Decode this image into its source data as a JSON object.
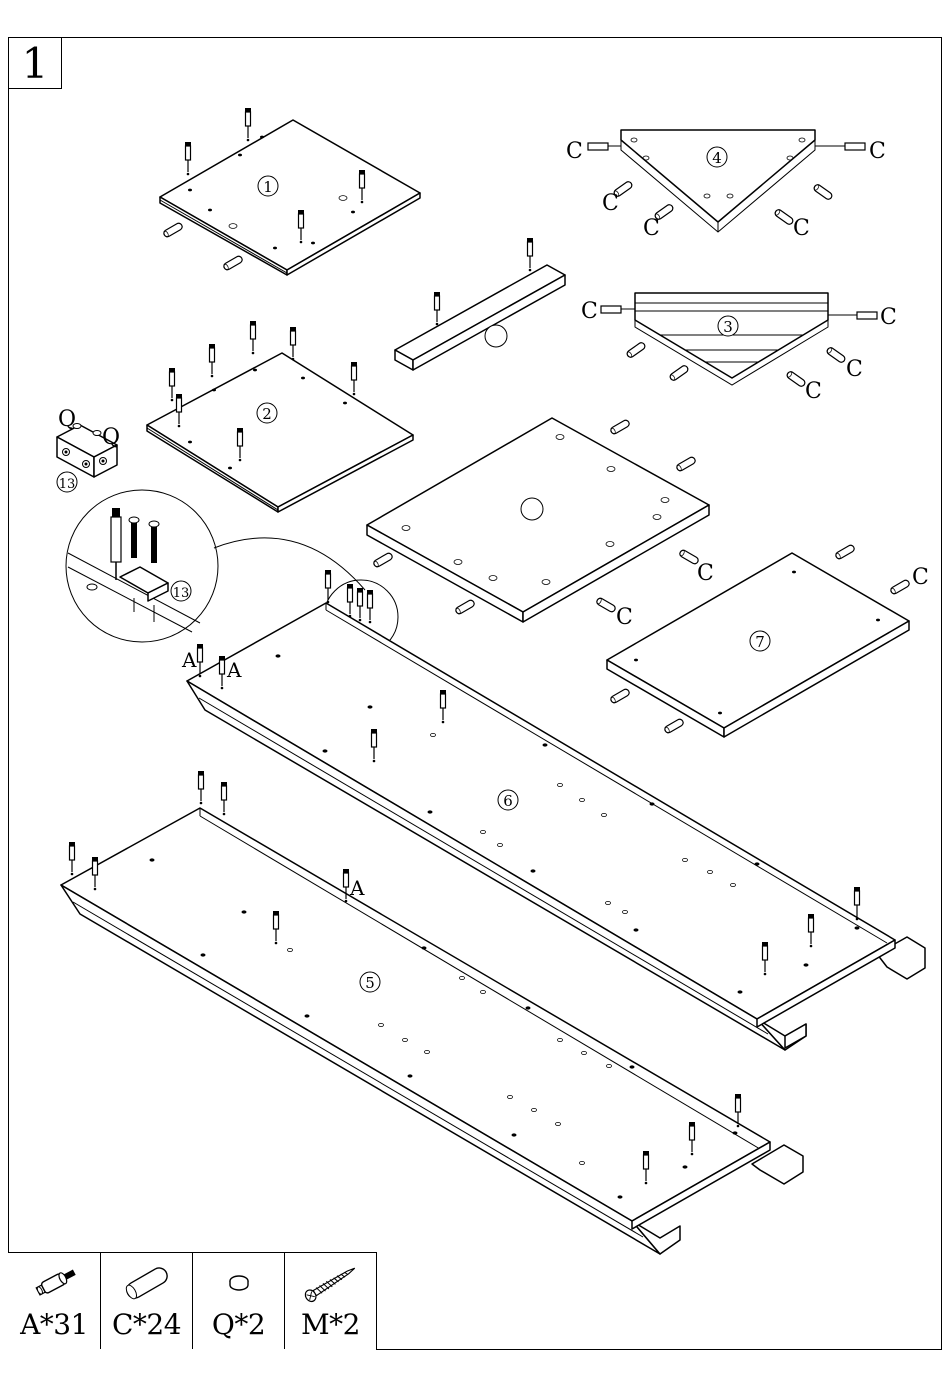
{
  "step": {
    "number": "1"
  },
  "parts": [
    {
      "id": "part-1",
      "label": "1"
    },
    {
      "id": "part-2",
      "label": "2"
    },
    {
      "id": "part-3",
      "label": "3"
    },
    {
      "id": "part-4",
      "label": "4"
    },
    {
      "id": "part-5",
      "label": "5"
    },
    {
      "id": "part-6",
      "label": "6"
    },
    {
      "id": "part-7",
      "label": "7"
    },
    {
      "id": "part-13",
      "label": "13"
    }
  ],
  "callouts": {
    "cam_bolt": "A",
    "dowel": "C",
    "cap": "Q",
    "detail_part": "13"
  },
  "hardware": [
    {
      "code": "A",
      "qty": "A*31",
      "icon": "cam-bolt-icon"
    },
    {
      "code": "C",
      "qty": "C*24",
      "icon": "wood-dowel-icon"
    },
    {
      "code": "Q",
      "qty": "Q*2",
      "icon": "cover-cap-icon"
    },
    {
      "code": "M",
      "qty": "M*2",
      "icon": "screw-icon"
    }
  ]
}
